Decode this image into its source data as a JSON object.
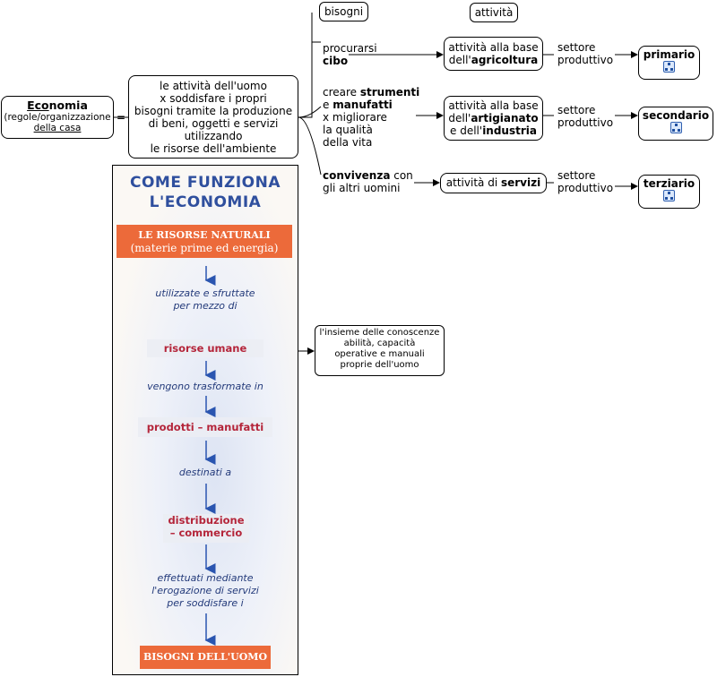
{
  "headers": {
    "bisogni": "bisogni",
    "attivita": "attività"
  },
  "economia": {
    "title": "Economia",
    "subtitle": "(regole/organizzazione",
    "link": "della casa",
    "equals": "="
  },
  "definition": [
    "le attività dell'uomo",
    "x soddisfare i propri",
    "bisogni tramite la produzione",
    "di beni, oggetti e servizi",
    "utilizzando",
    "le risorse dell'ambiente"
  ],
  "needs": {
    "n1": {
      "line1": "procurarsi",
      "bold": "cibo"
    },
    "n2": {
      "l1a": "creare ",
      "l1b": "strumenti",
      "l2a": "e ",
      "l2b": "manufatti",
      "l3": "x migliorare",
      "l4": "la qualità",
      "l5": "della vita"
    },
    "n3": {
      "bold": "convivenza",
      "rest": " con",
      "line2": "gli altri uomini"
    }
  },
  "activities": {
    "a1": {
      "line1": "attività alla base",
      "pre": "dell'",
      "bold": "agricoltura"
    },
    "a2": {
      "line1": "attività alla base",
      "pre": "dell'",
      "bold": "artigianato",
      "pre2": "e dell'",
      "bold2": "industria"
    },
    "a3": {
      "pre": "attività di ",
      "bold": "servizi"
    }
  },
  "settore": {
    "line1": "settore",
    "line2": "produttivo"
  },
  "sectors": {
    "s1": "primario",
    "s2": "secondario",
    "s3": "terziario"
  },
  "panel": {
    "title1": "COME FUNZIONA",
    "title2": "L'ECONOMIA",
    "top1": "LE RISORSE NATURALI",
    "top2": "(materie prime ed energia)",
    "t1a": "utilizzate e sfruttate",
    "t1b": "per mezzo di",
    "b1": "risorse umane",
    "t2": "vengono trasformate in",
    "b2": "prodotti – manufatti",
    "t3": "destinati a",
    "b3a": "distribuzione",
    "b3b": "– commercio",
    "t4a": "effettuati mediante",
    "t4b": "l'erogazione di servizi",
    "t4c": "per soddisfare i",
    "bottom": "BISOGNI DELL'UOMO"
  },
  "note": [
    "l'insieme delle conoscenze",
    "abilità, capacità",
    "operative e manuali",
    "proprie dell'uomo"
  ],
  "colors": {
    "title_blue": "#2f4f9e",
    "orange": "#ec6a3a",
    "red": "#b4253a",
    "arrow_blue": "#2a55b0"
  }
}
